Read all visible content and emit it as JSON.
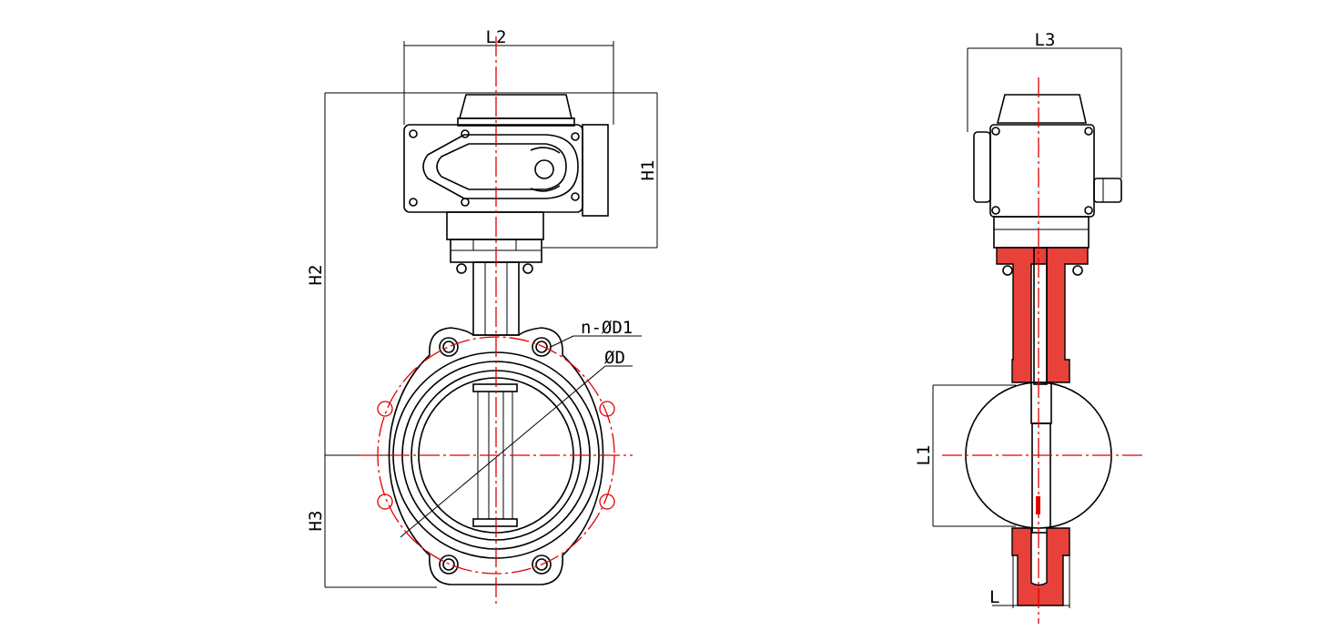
{
  "front_view": {
    "labels": {
      "L2": "L2",
      "H1": "H1",
      "H2": "H2",
      "H3": "H3",
      "bolt_holes": "n-ØD1",
      "bolt_circle": "ØD"
    }
  },
  "side_view": {
    "labels": {
      "L3": "L3",
      "L1": "L1",
      "L": "L"
    }
  },
  "colors": {
    "centerline": "#e00000",
    "section": "#e8413a"
  }
}
